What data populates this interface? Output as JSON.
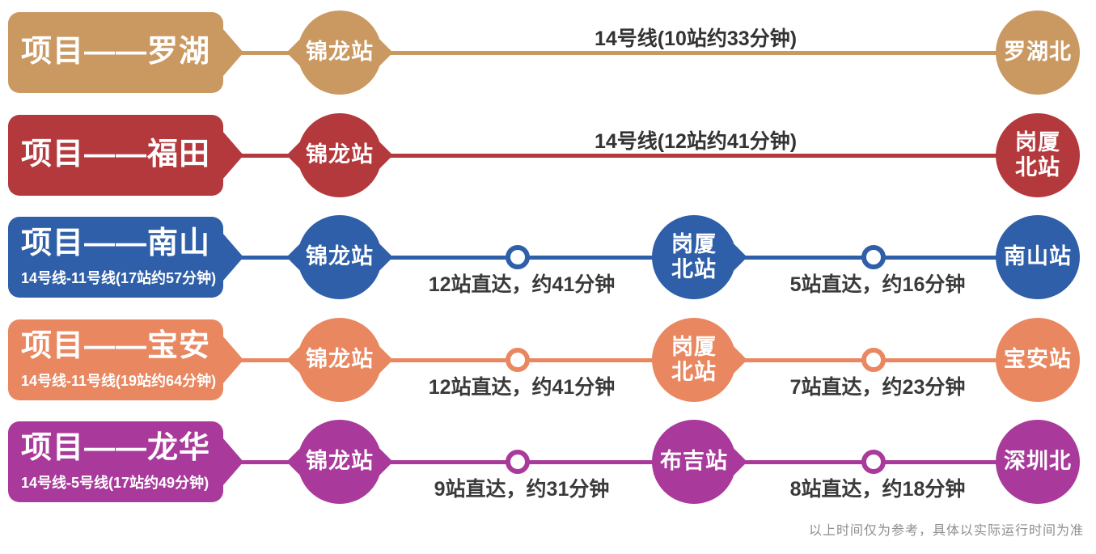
{
  "rows": [
    {
      "id": "luohu",
      "title": "项目——罗湖",
      "color": "#CA9962",
      "start_station": "锦龙站",
      "line_label": "14号线(10站约33分钟)",
      "end_station": "罗湖北"
    },
    {
      "id": "futian",
      "title": "项目——福田",
      "color": "#B4393C",
      "start_station": "锦龙站",
      "line_label": "14号线(12站约41分钟)",
      "end_station": "岗厦\n北站"
    },
    {
      "id": "nanshan",
      "title": "项目——南山",
      "subtitle": "14号线-11号线(17站约57分钟)",
      "color": "#2F5FA8",
      "start_station": "锦龙站",
      "segment1_label": "12站直达，约41分钟",
      "mid_station": "岗厦\n北站",
      "segment2_label": "5站直达，约16分钟",
      "end_station": "南山站"
    },
    {
      "id": "baoan",
      "title": "项目——宝安",
      "subtitle": "14号线-11号线(19站约64分钟)",
      "color": "#E98760",
      "start_station": "锦龙站",
      "segment1_label": "12站直达，约41分钟",
      "mid_station": "岗厦\n北站",
      "segment2_label": "7站直达，约23分钟",
      "end_station": "宝安站"
    },
    {
      "id": "longhua",
      "title": "项目——龙华",
      "subtitle": "14号线-5号线(17站约49分钟)",
      "color": "#A93A9B",
      "start_station": "锦龙站",
      "segment1_label": "9站直达，约31分钟",
      "mid_station": "布吉站",
      "segment2_label": "8站直达，约18分钟",
      "end_station": "深圳北"
    }
  ],
  "footer": {
    "note": "以上时间仅为参考，具体以实际运行时间为准"
  }
}
